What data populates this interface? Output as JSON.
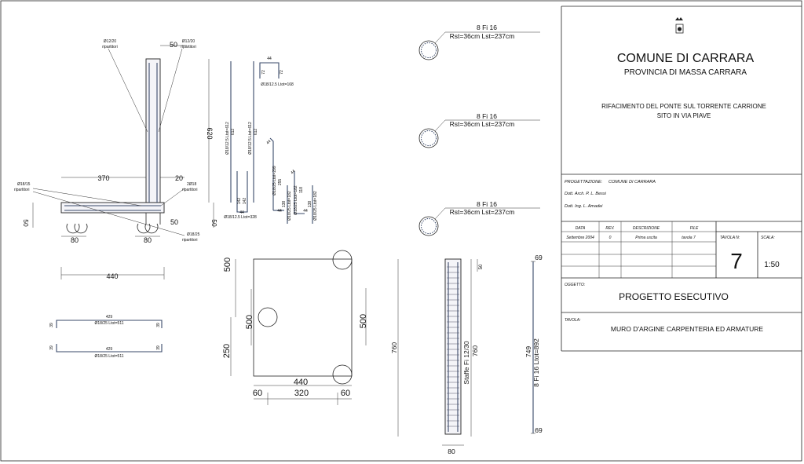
{
  "title_block": {
    "comune": "COMUNE DI CARRARA",
    "provincia": "PROVINCIA DI MASSA CARRARA",
    "project_line1": "RIFACIMENTO DEL PONTE SUL TORRENTE CARRIONE",
    "project_line2": "SITO IN VIA PIAVE",
    "progettazione_label": "PROGETTAZIONE:",
    "progettazione_value": "COMUNE DI CARRARA",
    "designer1": "Dott. Arch. P. L. Bessi",
    "designer2": "Dott. Ing. L. Amadei",
    "rev_headers": [
      "DATA",
      "REV.",
      "DESCRIZIONE",
      "FILE"
    ],
    "rev_row": [
      "Settembre 2004",
      "0",
      "Prima uscita",
      "tavola 7"
    ],
    "tavola_n_label": "TAVOLA N:",
    "tavola_n": "7",
    "scala_label": "SCALA:",
    "scala": "1:50",
    "oggetto_label": "OGGETTO:",
    "oggetto": "PROGETTO ESECUTIVO",
    "tavola_label": "TAVOLA:",
    "tavola": "MURO D'ARGINE CARPENTERIA ED ARMATURE"
  },
  "section": {
    "dim_50": "50",
    "dim_620": "620",
    "dim_370": "370",
    "dim_20": "20",
    "dim_50_right": "50",
    "dim_50_left": "50",
    "dim_80_a": "80",
    "dim_80_b": "80",
    "dim_440": "440",
    "lbl_rip_left": "Ø12/20",
    "lbl_rip_left2": "ripartitori",
    "lbl_rip_right": "Ø12/20",
    "lbl_rip_right2": "ripartitori",
    "lbl_1815": "Ø18/15",
    "lbl_1815b": "ripartitori",
    "lbl_2018": "2Ø18",
    "lbl_2018b": "ripartitori",
    "lbl_1825": "Ø18/25",
    "lbl_1825b": "ripartitori"
  },
  "bars": {
    "b1": "Ø18/12.5 Ltot=612",
    "b1n": "612",
    "b2": "Ø18/12.5 Ltot=612",
    "b2n": "612",
    "b3_top": "44",
    "b3_l": "72",
    "b3_r": "72",
    "b3": "Ø18/12.5 Ltot=168",
    "b4_dims": [
      "142",
      "142"
    ],
    "b4_44": "44",
    "b4": "Ø18/12.5 Ltot=328",
    "b5": "Ø18/25 Ltot=299",
    "b5n": "255",
    "b6": "Ø18/25 Ltot=182",
    "b6n": "138",
    "b7": "Ø18/25 Ltot=182",
    "b7n": "118",
    "b8": "Ø18/25 Ltot=182",
    "b8n": "138",
    "b5_44": "44",
    "b7_44": "44",
    "bl1_len": "429",
    "bl1_ends": [
      "39",
      "39"
    ],
    "bl1": "Ø18/25 Ltot=511",
    "bl2_len": "429",
    "bl2_ends": [
      "39",
      "39"
    ],
    "bl2": "Ø18/25 Ltot=511"
  },
  "piles": {
    "p1_label": "8 Fi 16",
    "p1_spec": "Rst=36cm   Lst=237cm",
    "p2_label": "8 Fi 16",
    "p2_spec": "Rst=36cm   Lst=237cm",
    "p3_label": "8 Fi 16",
    "p3_spec": "Rst=36cm   Lst=237cm"
  },
  "plan": {
    "d500_top_left": "500",
    "d500_mid_left": "500",
    "d250": "250",
    "d500_right": "500",
    "d440": "440",
    "d60_left": "60",
    "d320": "320",
    "d60_right": "60",
    "d760": "760"
  },
  "pile_elev": {
    "d50": "50",
    "staffe": "Staffe Fi 12/30",
    "d760": "760",
    "d80": "80"
  },
  "long_bar": {
    "d69_top": "69",
    "d749": "749",
    "label": "8 Fi 16 Ltot=892",
    "d69_bottom": "69"
  }
}
